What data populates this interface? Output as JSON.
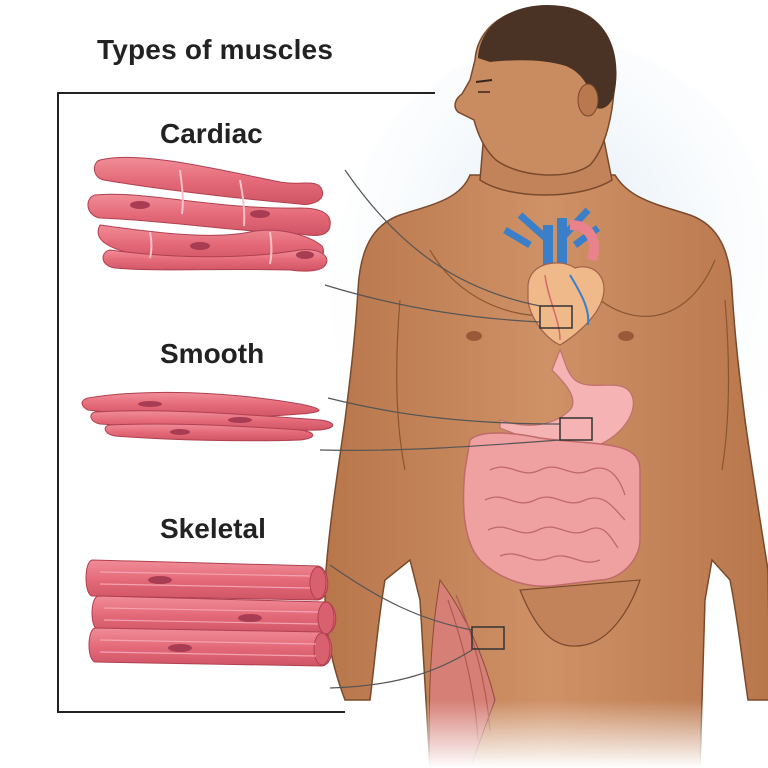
{
  "title": "Types of muscles",
  "labels": {
    "cardiac": "Cardiac",
    "smooth": "Smooth",
    "skeletal": "Skeletal"
  },
  "colors": {
    "muscle_fill": "#e8707e",
    "muscle_dark": "#c84b5c",
    "muscle_light": "#f3a4ae",
    "skin": "#c8895c",
    "skin_shadow": "#a9683f",
    "hair": "#4a3324",
    "heart_blue": "#3a7fc8",
    "stomach": "#f2a6a6",
    "intestine": "#eb9696",
    "frame": "#222222"
  }
}
